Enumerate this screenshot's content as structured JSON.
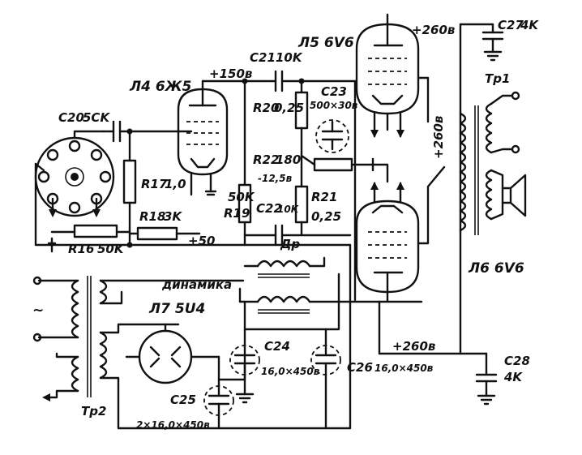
{
  "labels": {
    "tube_l4": "Л4 6Ж5",
    "tube_l5": "Л5 6V6",
    "tube_l6": "Л6 6V6",
    "tube_l7": "Л7 5U4",
    "c20": "C20",
    "c20_val": "5CK",
    "c21": "C21",
    "c21_val": "10K",
    "c22": "C22",
    "c22_val": "10K",
    "c23": "C23",
    "c23_val": "500×30в",
    "c24": "C24",
    "c24_val": "16,0×450в",
    "c25": "C25",
    "c25_val": "2×16,0×450в",
    "c26": "C26",
    "c26_val": "16,0×450в",
    "c27": "C27",
    "c27_val": "4K",
    "c28": "C28",
    "c28_val": "4K",
    "r16": "R16",
    "r16_val": "50K",
    "r17": "R17",
    "r17_val": "1,0",
    "r18": "R18",
    "r18_val": "3K",
    "r19": "R19",
    "r19_val": "50K",
    "r20": "R20",
    "r20_val": "0,25",
    "r21": "R21",
    "r21_val": "0,25",
    "r22": "R22",
    "r22_val": "180",
    "v150": "+150в",
    "v50": "+50",
    "v260_top": "+260в",
    "v260_side": "+260в",
    "v260_bottom": "+260в",
    "vminus": "-12,5в",
    "tr1": "Tр1",
    "tr2": "Tр2",
    "dr": "Др",
    "dynamic": "динамика",
    "ac": "~"
  }
}
